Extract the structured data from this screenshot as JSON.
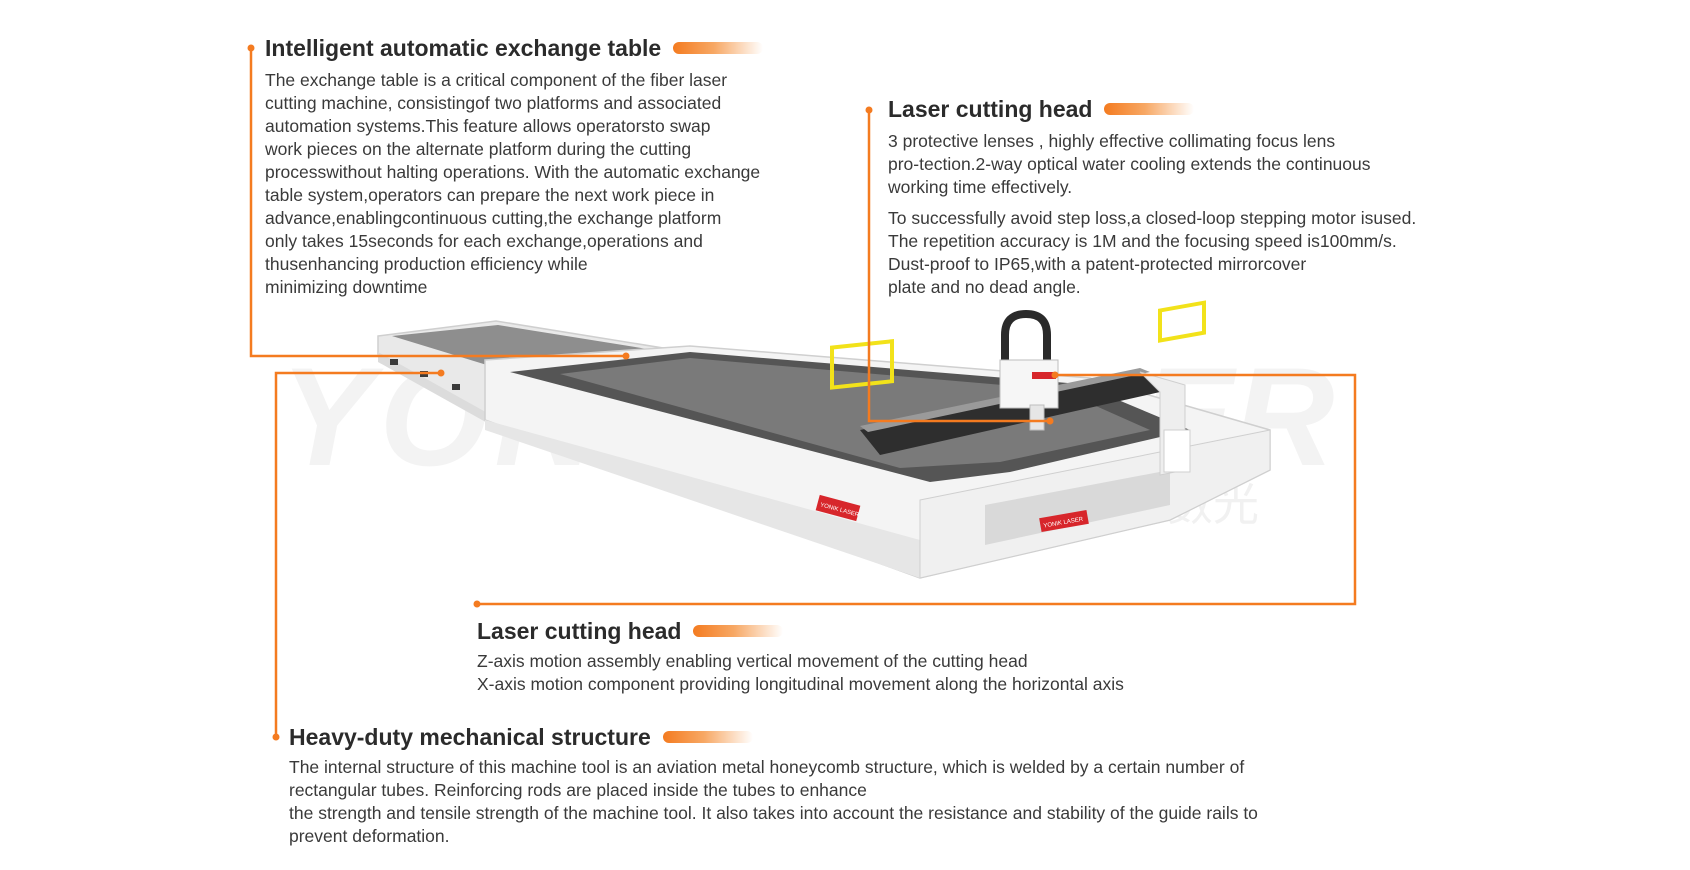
{
  "watermark": {
    "latin": "YONIK",
    "latin_end": "ER",
    "cjk": "費勒數光"
  },
  "machine_labels": [
    "YONIK LASER",
    "YONIK LASER"
  ],
  "sections": [
    {
      "title": "Intelligent automatic exchange table",
      "paragraphs": [
        [
          "The exchange table is a critical component of the fiber laser",
          "cutting machine, consistingof two platforms and associated",
          "automation systems.This feature allows operatorsto swap",
          "work pieces on the alternate platform during the cutting",
          "processwithout halting operations. With the automatic exchange",
          "table system,operators can prepare the next work piece in",
          "advance,enablingcontinuous cutting,the exchange platform",
          "only takes 15seconds for each exchange,operations and",
          "thusenhancing production efficiency while",
          "minimizing downtime"
        ]
      ]
    },
    {
      "title": "Laser cutting head",
      "paragraphs": [
        [
          "3 protective lenses , highly effective collimating focus lens",
          "pro-tection.2-way optical water cooling extends the continuous",
          "working time effectively."
        ],
        [
          "To successfully avoid step loss,a closed-loop stepping motor isused.",
          "The repetition accuracy is 1M and the focusing speed is100mm/s.",
          "Dust-proof to IP65,with a patent-protected mirrorcover",
          "plate and no dead angle."
        ]
      ]
    },
    {
      "title": "Laser cutting head",
      "paragraphs": [
        [
          "Z-axis motion assembly enabling vertical movement of the cutting head",
          "X-axis motion component providing longitudinal movement along the horizontal axis"
        ]
      ]
    },
    {
      "title": "Heavy-duty mechanical structure",
      "paragraphs": [
        [
          "The internal structure of this machine tool is an aviation metal honeycomb structure, which is welded by a certain number of",
          "rectangular tubes. Reinforcing rods are placed inside the tubes to enhance",
          "the strength and tensile strength of the machine tool. It also takes into account the resistance and stability of the guide rails to",
          "prevent deformation."
        ]
      ]
    }
  ],
  "colors": {
    "accent": "#f47b20",
    "title": "#2b2b2b",
    "body": "#3a3a3a",
    "frame": "#d9d9d9",
    "safety_yellow": "#f2e21a",
    "label_red": "#d7262b"
  }
}
